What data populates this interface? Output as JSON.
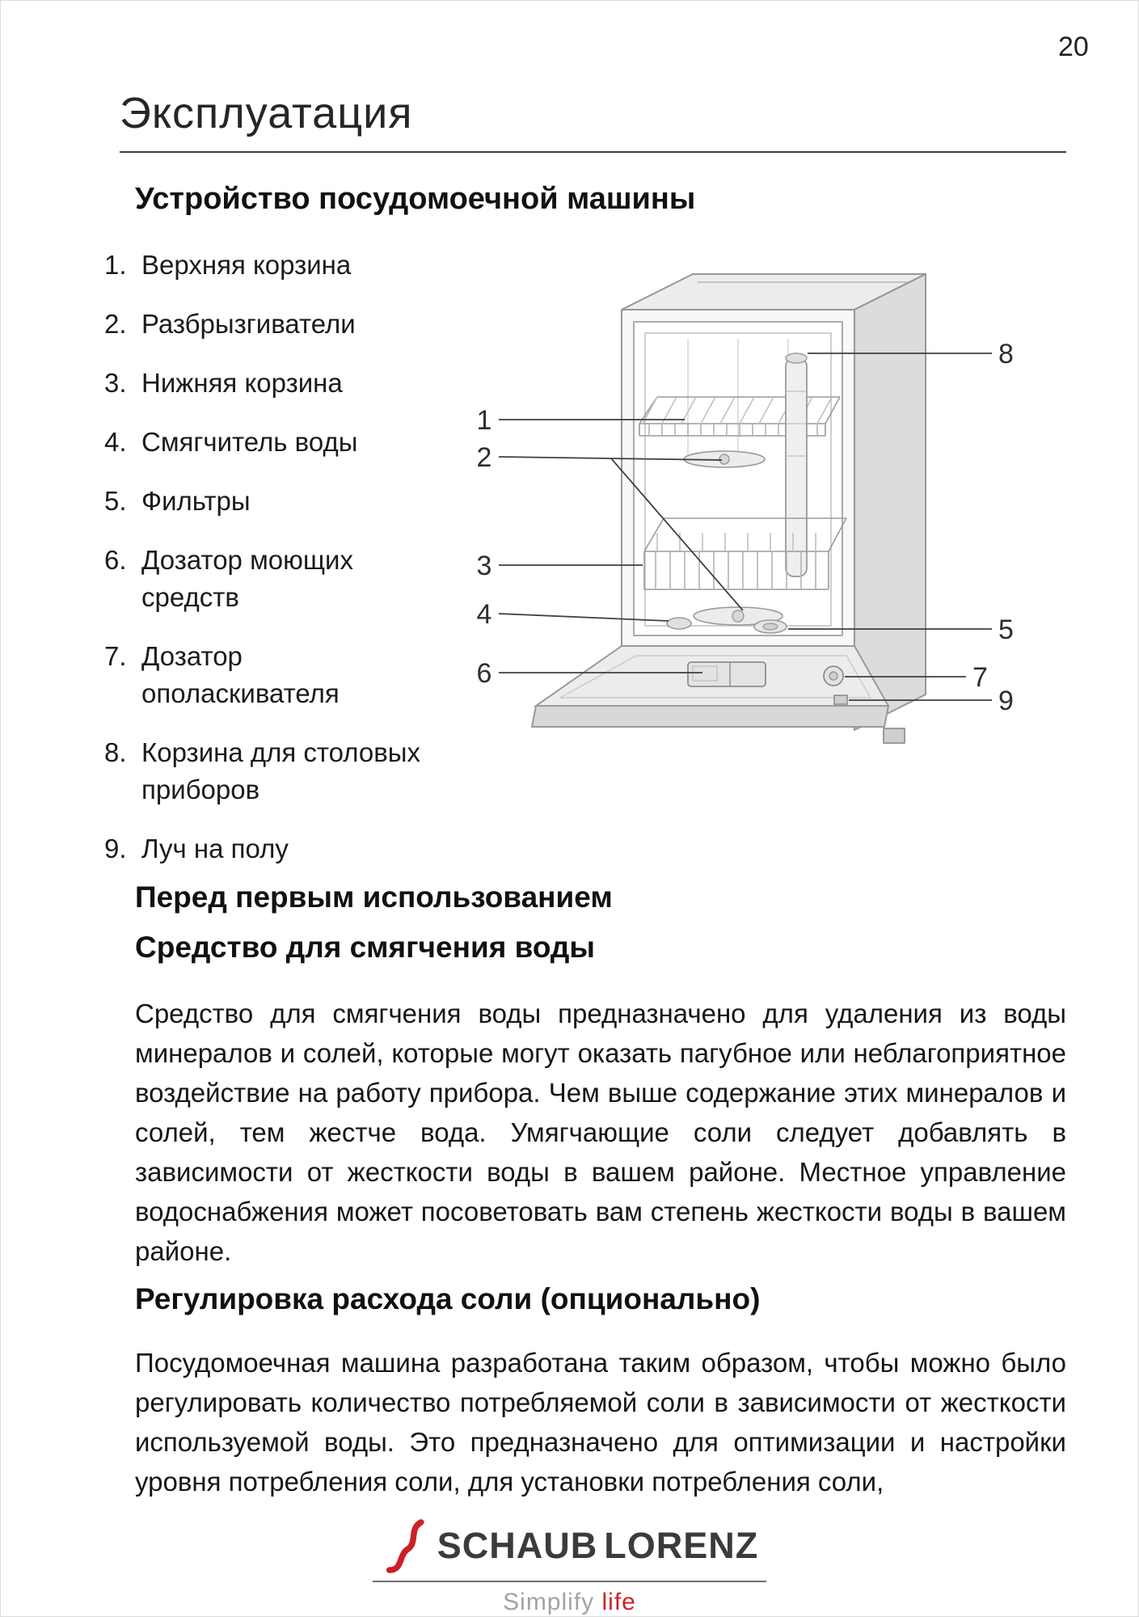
{
  "page": {
    "number": "20"
  },
  "title": "Эксплуатация",
  "device_section": {
    "heading": "Устройство посудомоечной машины",
    "parts": [
      {
        "num": "1.",
        "label": "Верхняя корзина"
      },
      {
        "num": "2.",
        "label": "Разбрызгиватели"
      },
      {
        "num": "3.",
        "label": "Нижняя корзина"
      },
      {
        "num": "4.",
        "label": "Смягчитель воды"
      },
      {
        "num": "5.",
        "label": "Фильтры"
      },
      {
        "num": "6.",
        "label": "Дозатор моющих средств"
      },
      {
        "num": "7.",
        "label": "Дозатор ополаскивателя"
      },
      {
        "num": "8.",
        "label": "Корзина для столовых приборов"
      },
      {
        "num": "9.",
        "label": "Луч на полу"
      }
    ]
  },
  "diagram": {
    "callouts": {
      "c1": "1",
      "c2": "2",
      "c3": "3",
      "c4": "4",
      "c5": "5",
      "c6": "6",
      "c7": "7",
      "c8": "8",
      "c9": "9"
    }
  },
  "softener_section": {
    "heading_line1": "Перед первым использованием",
    "heading_line2": "Средство для смягчения воды",
    "paragraph": "Средство для смягчения воды предназначено для удаления из воды минералов и солей, которые могут оказать пагубное или неблагоприятное воздействие на работу прибора. Чем выше содержание этих минералов и солей, тем жестче вода. Умягчающие соли следует добавлять в зависимости от жесткости воды в вашем районе. Местное управление водоснабжения может посоветовать вам степень жесткости воды в вашем районе."
  },
  "salt_section": {
    "heading": "Регулировка расхода соли (опционально)",
    "paragraph": "Посудомоечная машина разработана таким образом, чтобы можно было регулировать количество потребляемой соли в зависимости от жесткости используемой воды. Это предназначено для оптимизации и настройки уровня потребления соли, для установки потребления соли,"
  },
  "footer": {
    "brand_part1": "SCHAUB",
    "brand_part2": "LORENZ",
    "tagline_word1": "Simplify",
    "tagline_word2": "life",
    "accent_color": "#cc2027"
  }
}
